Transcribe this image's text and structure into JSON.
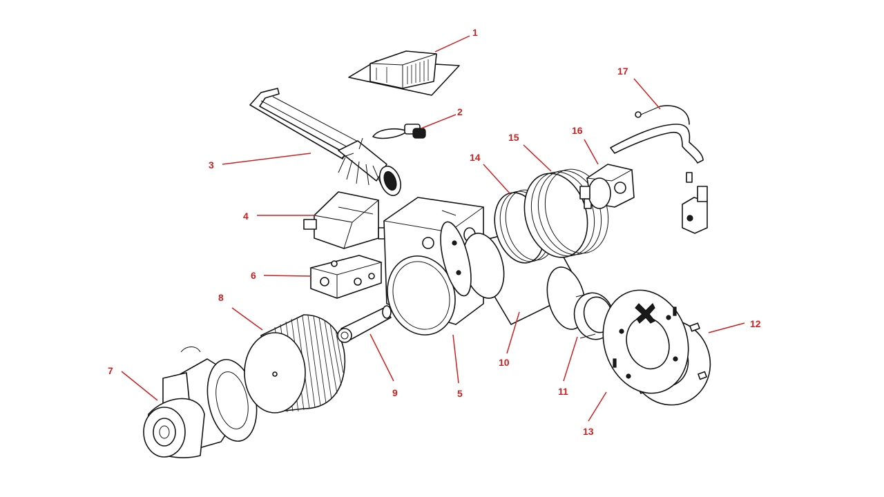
{
  "diagram": {
    "line_color": "#111111",
    "callout_color": "#cc1f1f",
    "callouts": [
      {
        "id": "1",
        "text": "1"
      },
      {
        "id": "2",
        "text": "2"
      },
      {
        "id": "3",
        "text": "3"
      },
      {
        "id": "4",
        "text": "4"
      },
      {
        "id": "5",
        "text": "5"
      },
      {
        "id": "6",
        "text": "6"
      },
      {
        "id": "7",
        "text": "7"
      },
      {
        "id": "8",
        "text": "8"
      },
      {
        "id": "9",
        "text": "9"
      },
      {
        "id": "10",
        "text": "10"
      },
      {
        "id": "11",
        "text": "11"
      },
      {
        "id": "12",
        "text": "12"
      },
      {
        "id": "13",
        "text": "13"
      },
      {
        "id": "14",
        "text": "14"
      },
      {
        "id": "15",
        "text": "15"
      },
      {
        "id": "16",
        "text": "16"
      },
      {
        "id": "17",
        "text": "17"
      }
    ]
  }
}
